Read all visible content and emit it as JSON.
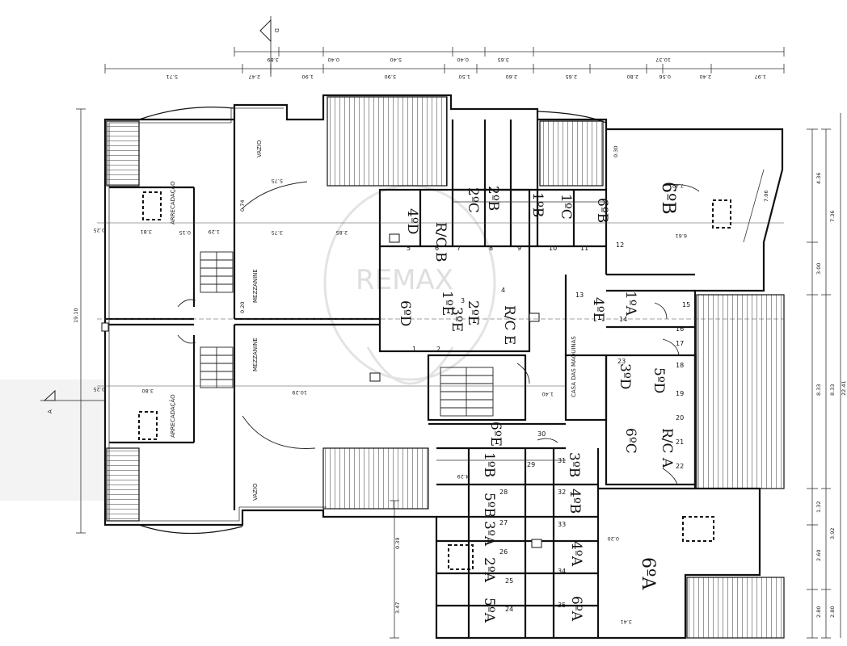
{
  "markers": {
    "section_d": "D",
    "section_a": "A"
  },
  "room_labels": {
    "vazio": "VAZIO",
    "mezzanine": "MEZZANINE",
    "arrecadacao": "ARRECADAÇÃO",
    "casa_das_maquinas": "CASA DAS MAQUINAS"
  },
  "watermark": "REMAX",
  "top_dims_row1": [
    "3.89",
    "0.40",
    "5.40",
    "0.40",
    "3.65",
    "10.37"
  ],
  "top_dims_row2": [
    "5.71",
    "2.47",
    "1.90",
    "5.90",
    "1.50",
    "2.60",
    "2.65",
    "2.80",
    "0.56",
    "2.40",
    "1.97"
  ],
  "left_dim": "19.10",
  "right_dims_outer": [
    "4.36",
    "3.00",
    "8.33",
    "1.32",
    "2.60",
    "2.80"
  ],
  "right_dims_mid": [
    "7.36",
    "8.33",
    "3.92",
    "2.80"
  ],
  "right_dims_total": "22.41",
  "interior_dims": [
    "5.75",
    "3.81",
    "1.29",
    "2.85",
    "0.25",
    "0.74",
    "0.15",
    "3.75",
    "0.20",
    "10.29",
    "0.25",
    "3.80",
    "1.40",
    "4.29",
    "7.42",
    "6.61",
    "7.06",
    "0.30",
    "0.20",
    "3.41",
    "0.39",
    "3.47"
  ],
  "room_numbers": [
    "1",
    "2",
    "3",
    "4",
    "5",
    "6",
    "7",
    "8",
    "9",
    "10",
    "11",
    "12",
    "13",
    "14",
    "15",
    "16",
    "17",
    "18",
    "19",
    "20",
    "21",
    "22",
    "23",
    "24",
    "25",
    "26",
    "27",
    "28",
    "29",
    "30",
    "31",
    "32",
    "33",
    "34",
    "35"
  ],
  "handwritten": {
    "h_rc_b": "R/C B",
    "h_4d": "4ºD",
    "h_2b": "2ºB",
    "h_2c": "2ºC",
    "h_1b": "1ºB",
    "h_1c": "1ºC",
    "h_6b": "6ºB",
    "h_6d": "6ºD",
    "h_1e": "1ºE",
    "h_2e": "2ºE",
    "h_3e": "3ºE",
    "h_rce": "R/C E",
    "h_4e": "4ºE",
    "h_3d": "3ºD",
    "h_1a": "1ºA",
    "h_5d": "5ºD",
    "h_6e": "6ºE",
    "h_1bb": "1ºB",
    "h_6c": "6ºC",
    "h_6b2": "6ºB",
    "h_3b": "3ºB",
    "h_4b": "4ºB",
    "h_3a": "3ºA",
    "h_4a": "4ºA",
    "h_5b": "5ºB",
    "h_2a": "2ºA",
    "h_5a": "5ºA",
    "h_6a": "6ºA",
    "h_6a2": "6ºA",
    "h_rca": "R/C A"
  }
}
